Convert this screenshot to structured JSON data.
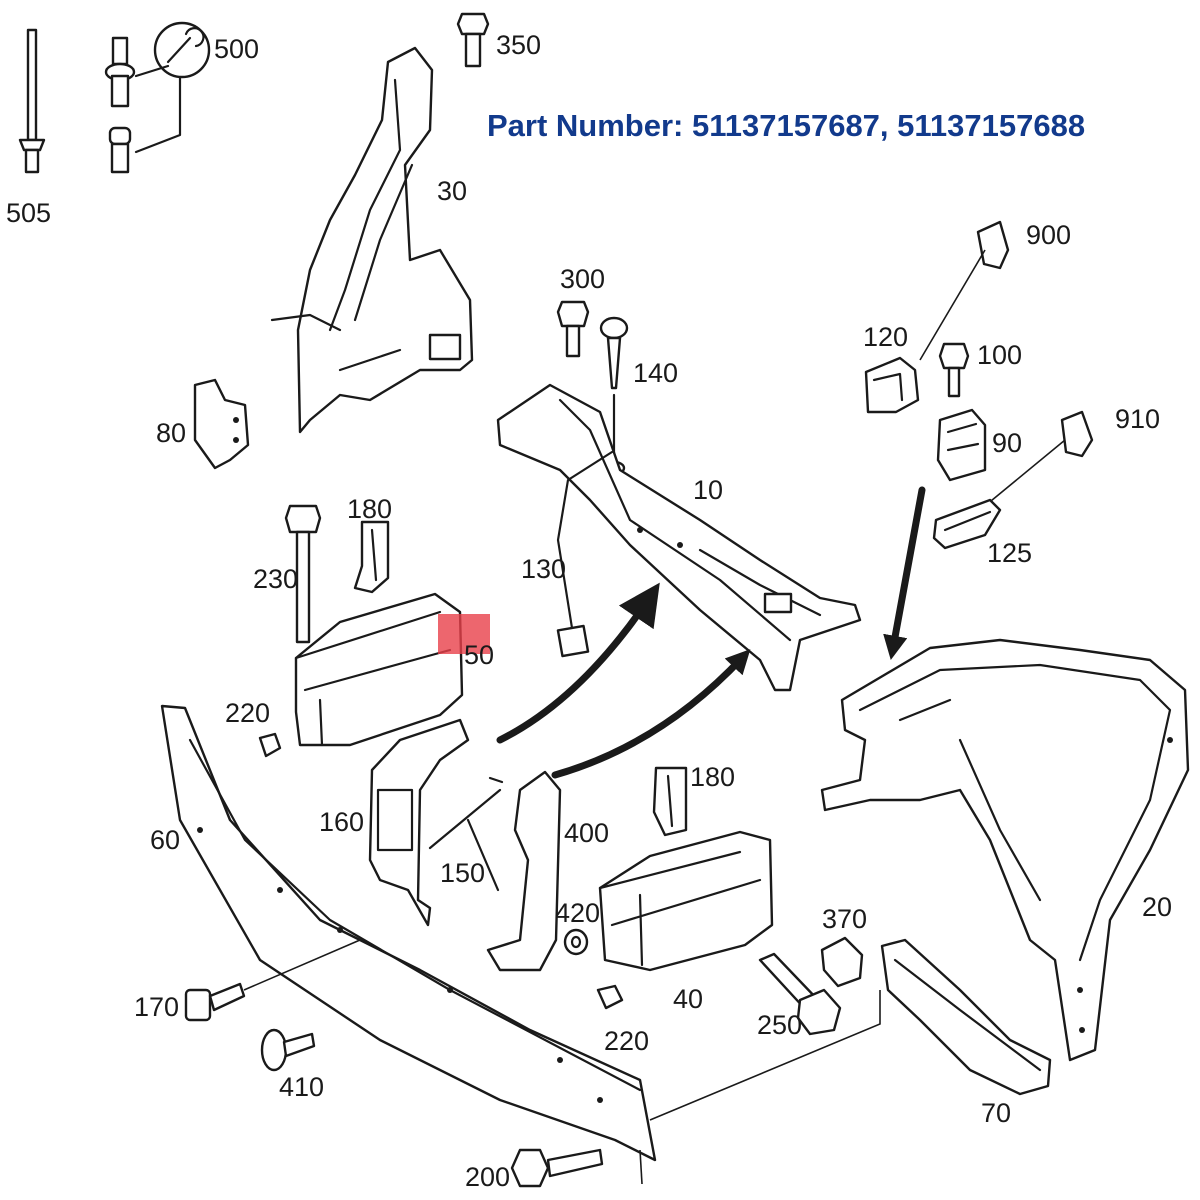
{
  "part_number_text": "Part Number: 51137157687, 51137157688",
  "colors": {
    "part_number": "#123a8c",
    "highlight": "#e8404a",
    "line": "#1a1a1a"
  },
  "callouts": {
    "c505": "505",
    "c500": "500",
    "c350": "350",
    "c30": "30",
    "c80": "80",
    "c300": "300",
    "c140": "140",
    "c10": "10",
    "c130": "130",
    "c180a": "180",
    "c230": "230",
    "c50": "50",
    "c220a": "220",
    "c160": "160",
    "c150": "150",
    "c400": "400",
    "c60": "60",
    "c180b": "180",
    "c420": "420",
    "c40": "40",
    "c220b": "220",
    "c370": "370",
    "c250": "250",
    "c170": "170",
    "c410": "410",
    "c200": "200",
    "c70": "70",
    "c20": "20",
    "c900": "900",
    "c120": "120",
    "c100": "100",
    "c90": "90",
    "c910": "910",
    "c125": "125"
  },
  "icons": [
    "wrench-icon"
  ]
}
